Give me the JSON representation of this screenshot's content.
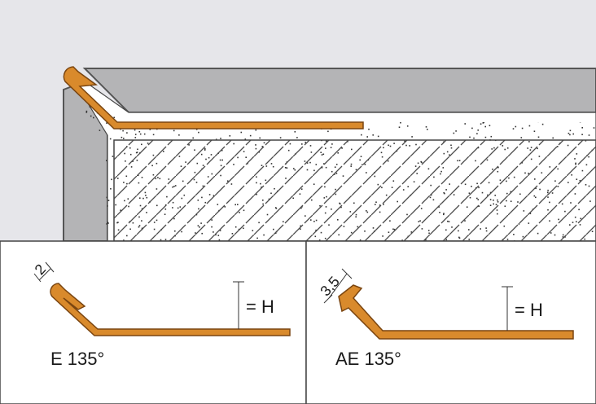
{
  "panels": [
    {
      "profile_label": "E 135°",
      "dimension": "2",
      "height_label": "= H"
    },
    {
      "profile_label": "AE 135°",
      "dimension": "3,5",
      "height_label": "= H"
    }
  ],
  "colors": {
    "background": "#e6e6ea",
    "tile": "#b4b4b6",
    "tile_stroke": "#555555",
    "profile_fill": "#d98a2c",
    "profile_stroke": "#7a4510",
    "panel_fill": "#ffffff",
    "outline": "#444444",
    "mortar": "#ffffff"
  }
}
